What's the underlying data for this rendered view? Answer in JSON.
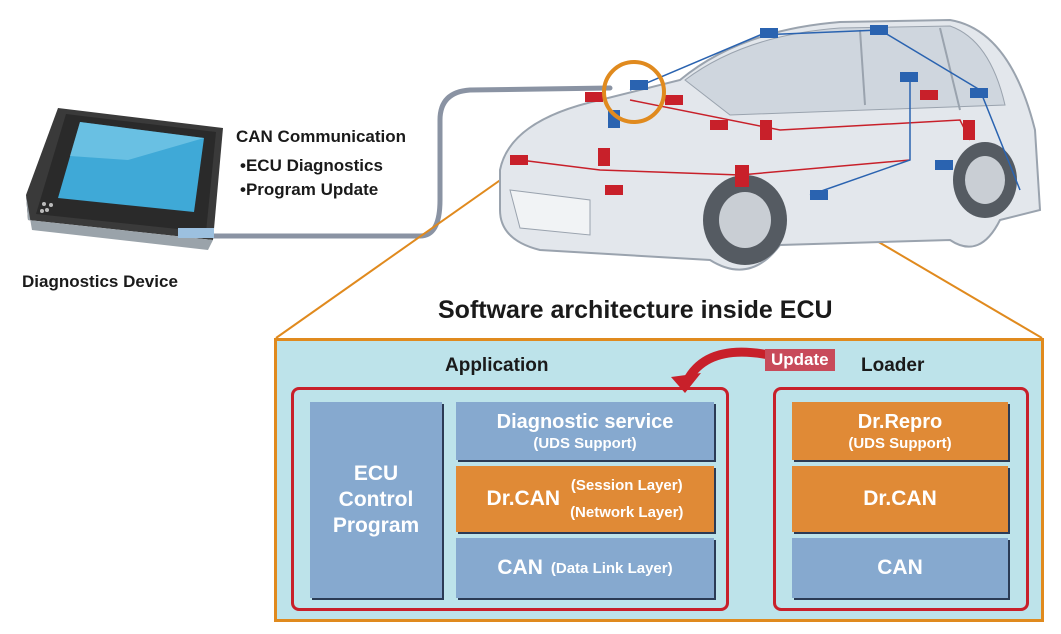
{
  "diagnostics_device": {
    "label": "Diagnostics Device"
  },
  "can_comm": {
    "title": "CAN Communication",
    "bullets": [
      "•ECU Diagnostics",
      "•Program Update"
    ]
  },
  "architecture": {
    "title": "Software architecture inside ECU",
    "application_label": "Application",
    "loader_label": "Loader",
    "update_label": "Update",
    "ecu_control": [
      "ECU",
      "Control",
      "Program"
    ],
    "diag_service": {
      "title": "Diagnostic service",
      "sub": "(UDS Support)"
    },
    "drcan_app": {
      "title": "Dr.CAN",
      "session": "(Session Layer)",
      "network": "(Network Layer)"
    },
    "can_app": {
      "title": "CAN",
      "sub": "(Data Link Layer)"
    },
    "drrepro": {
      "title": "Dr.Repro",
      "sub": "(UDS Support)"
    },
    "drcan_loader": {
      "title": "Dr.CAN"
    },
    "can_loader": {
      "title": "CAN"
    }
  },
  "colors": {
    "panel_bg": "#bde3ea",
    "panel_border": "#e08a1e",
    "group_border": "#c8202a",
    "block_blue": "#86a9cf",
    "block_orange": "#e08a36",
    "update_badge": "#c84a5a"
  },
  "icons": [
    "tablet-icon",
    "car-illustration",
    "cable-icon",
    "highlight-circle-icon",
    "update-arrow-icon"
  ]
}
